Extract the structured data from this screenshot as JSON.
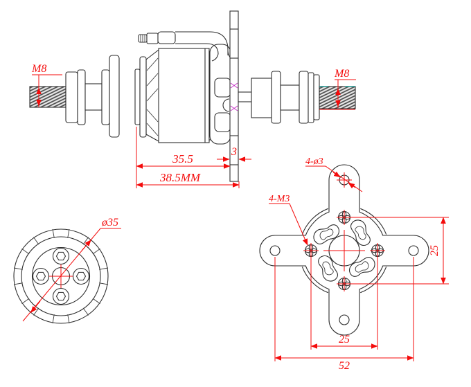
{
  "title": "Brushless motor dimensional drawing",
  "colors": {
    "line": "#2e2e2e",
    "dimension_red": "#f40b0b",
    "accent_magenta": "#c837c8",
    "accent_teal": "#17918c",
    "background": "#ffffff"
  },
  "side_view": {
    "thread_left_label": "M8",
    "thread_right_label": "M8",
    "dim_bell_length": "35.5",
    "dim_mount_thickness": "3",
    "dim_overall_length": "38.5MM"
  },
  "end_view": {
    "dim_diameter": "ø35"
  },
  "mount_view": {
    "label_arm_holes": "4-ø3",
    "label_screw_holes": "4-M3",
    "dim_screw_pitch_vertical": "25",
    "dim_screw_pitch_horizontal": "25",
    "dim_arm_span": "52"
  }
}
